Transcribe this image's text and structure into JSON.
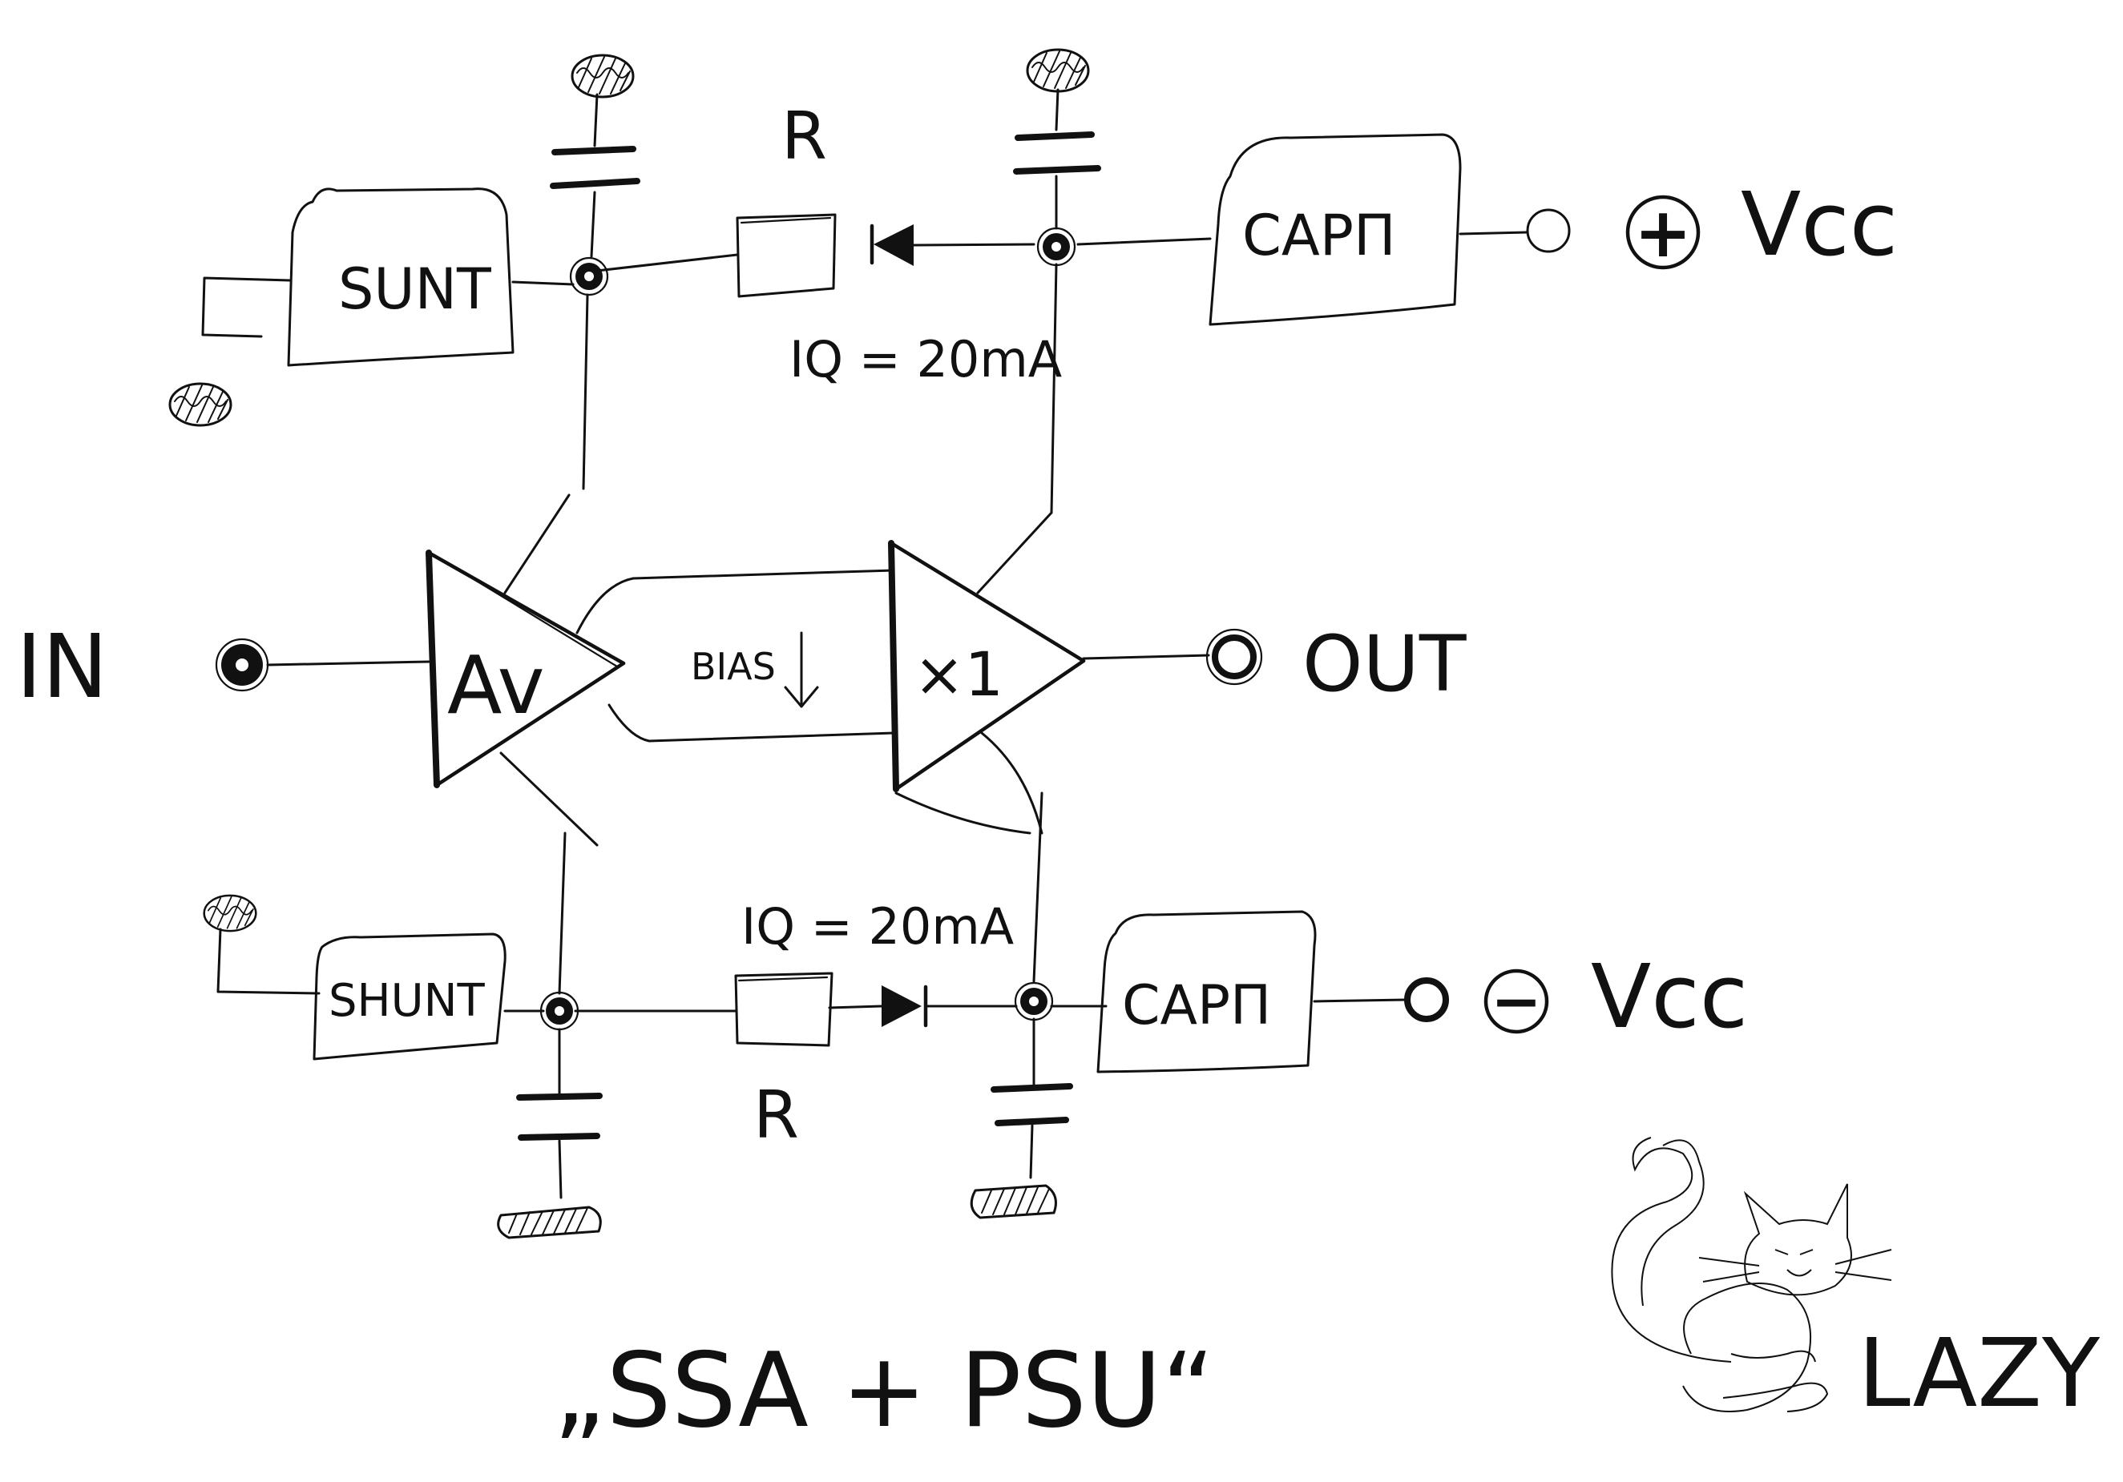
{
  "labels": {
    "input": "IN",
    "output": "OUT",
    "gain_stage": "Av",
    "buffer_stage": "×1",
    "bias": "BIAS",
    "upper_shunt": "SUNT",
    "lower_shunt": "SHUNT",
    "upper_capmult": "CAPΠ",
    "lower_capmult": "CAPΠ",
    "upper_resistor": "R",
    "lower_resistor": "R",
    "upper_current": "IQ = 20mA",
    "lower_current": "IQ = 20mA",
    "positive_supply": "Vcc",
    "negative_supply": "Vcc",
    "positive_sign": "+",
    "negative_sign": "−",
    "title": "„SSA + PSU“",
    "signature": "LAZY"
  },
  "colors": {
    "ink": "#111111",
    "paper": "#ffffff"
  }
}
